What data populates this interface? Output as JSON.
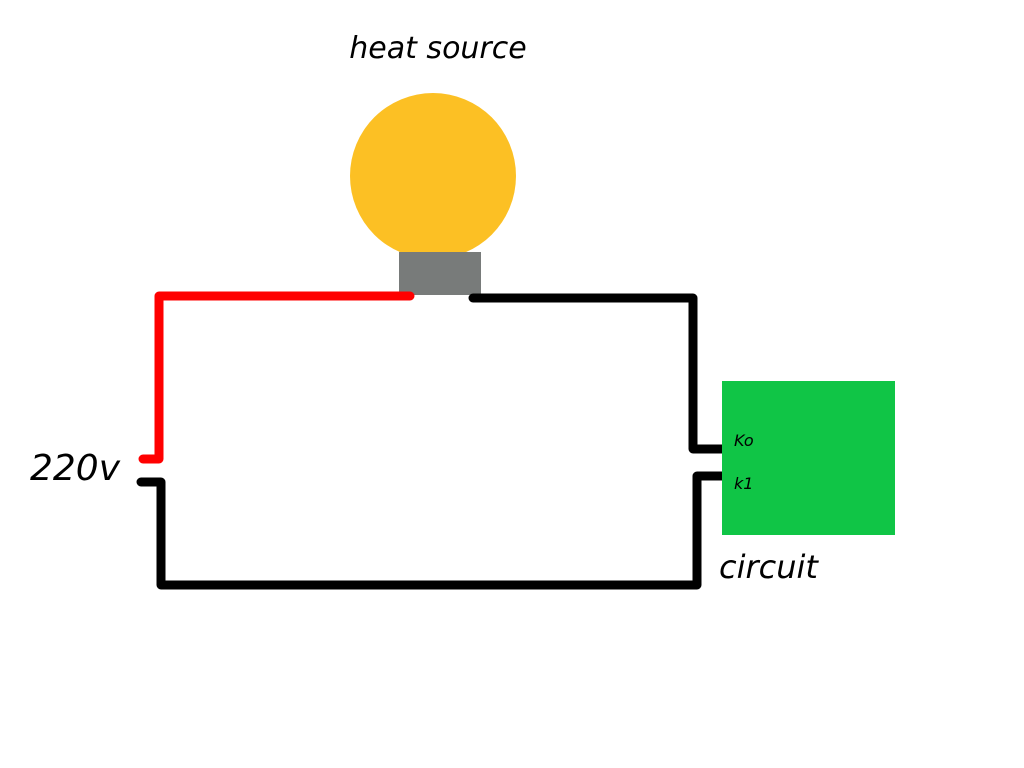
{
  "labels": {
    "heat_source": "heat source",
    "voltage": "220v",
    "circuit": "circuit",
    "terminal_k0": "Ko",
    "terminal_k1": "k1"
  },
  "colors": {
    "bulb_globe": "#FCC024",
    "bulb_base": "#787B7A",
    "live_wire": "#FF0000",
    "wire": "#000000",
    "circuit_board": "#10C546"
  }
}
